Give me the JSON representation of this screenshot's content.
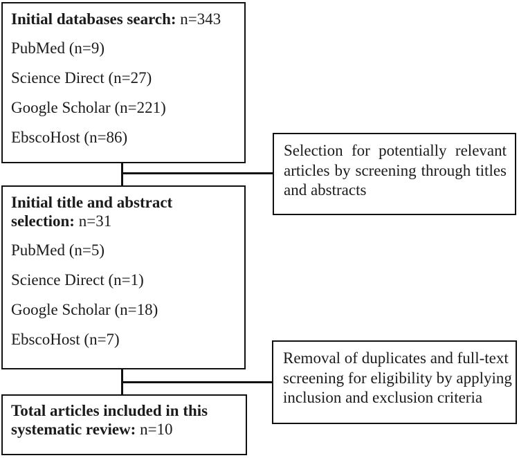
{
  "figure": {
    "colors": {
      "background": "#ffffff",
      "line": "#111111",
      "text": "#1b1b1b"
    },
    "boxes": {
      "initial_search": {
        "heading_bold": "Initial databases search:",
        "heading_value": "n=343",
        "items": [
          "PubMed (n=9)",
          "Science Direct (n=27)",
          "Google Scholar (n=221)",
          "EbscoHost (n=86)"
        ]
      },
      "title_abstract_selection": {
        "heading_line1_bold": "Initial title and abstract",
        "heading_line2_bold": "selection:",
        "heading_value": "n=31",
        "items": [
          "PubMed (n=5)",
          "Science Direct (n=1)",
          "Google Scholar (n=18)",
          "EbscoHost (n=7)"
        ]
      },
      "total_included": {
        "heading_line1_bold": "Total articles included in this",
        "heading_line2_bold": "systematic review:",
        "heading_value": "n=10"
      },
      "screening_note": {
        "lines": [
          "Selection for potentially relevant",
          "articles by screening through titles",
          "and abstracts"
        ]
      },
      "eligibility_note": {
        "lines": [
          "Removal of duplicates and full-text",
          "screening for eligibility by applying",
          "inclusion and exclusion criteria"
        ]
      }
    }
  }
}
